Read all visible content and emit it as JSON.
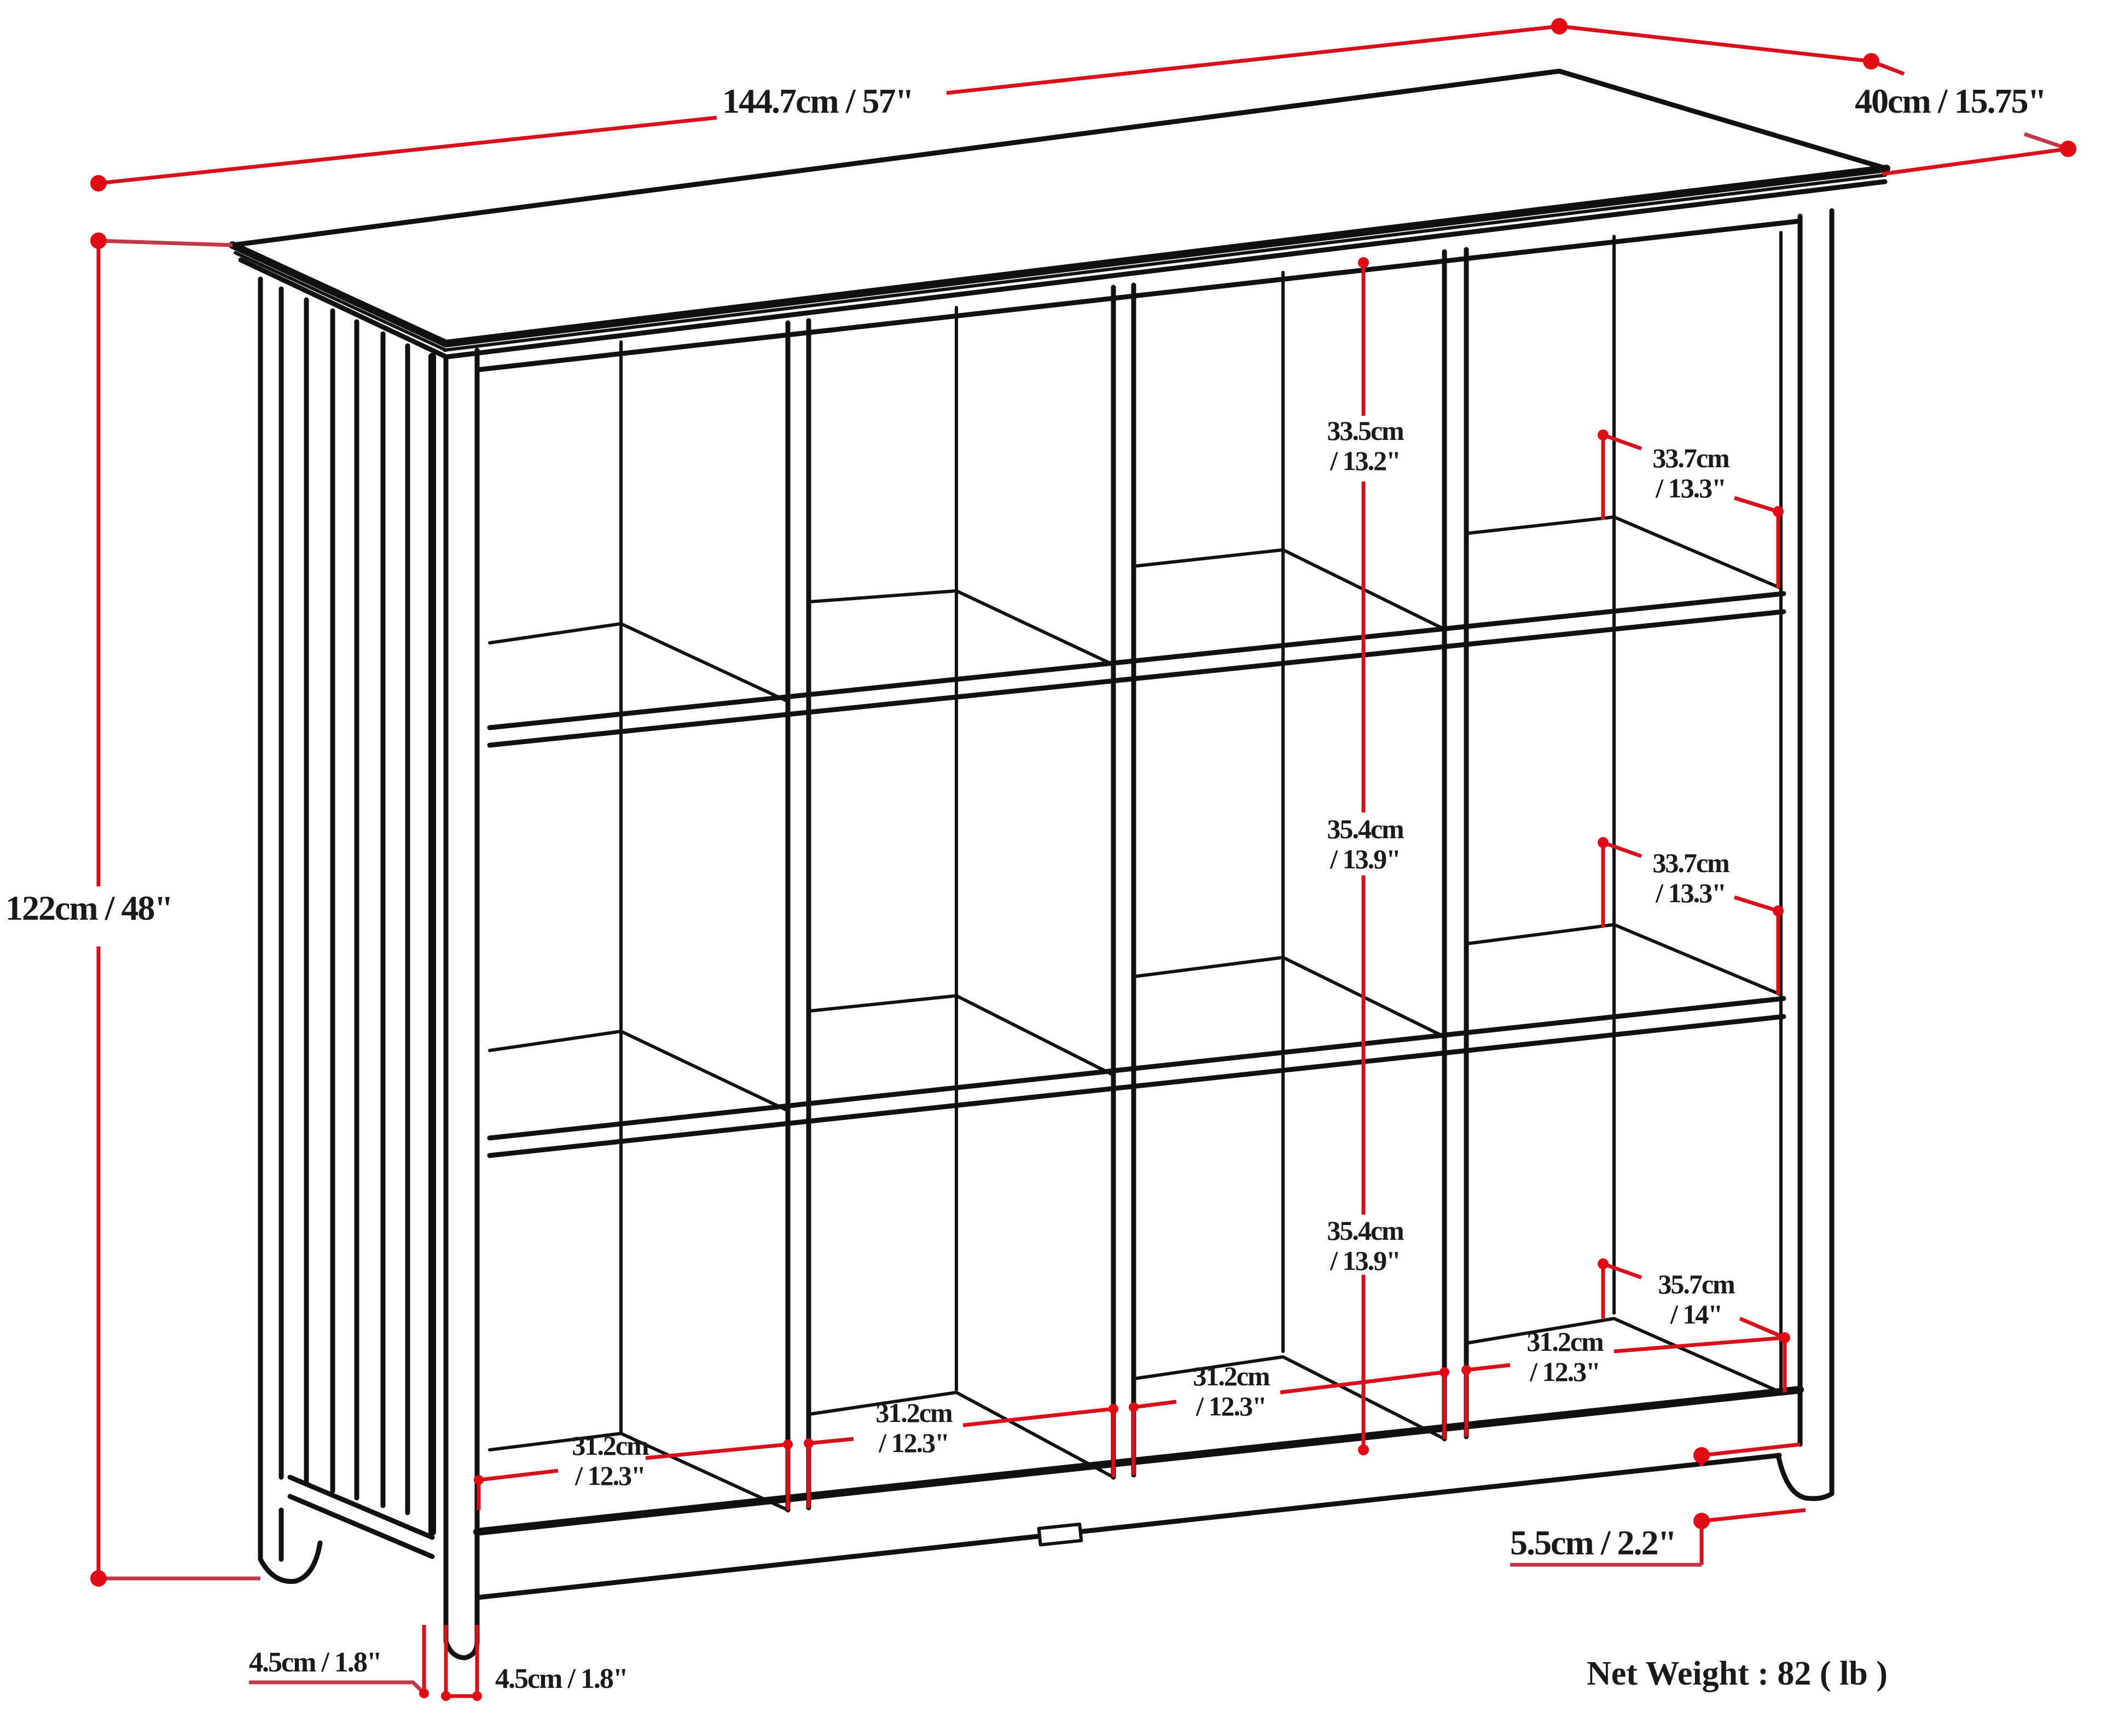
{
  "diagram": {
    "title": "12-cube bookcase dimension drawing",
    "subject": "bookcase with 3 rows x 4 columns of cubbies, crown moulding top, slatted side panel",
    "colors": {
      "outline": "#111111",
      "dimension_line": "#d8101c",
      "background": "#ffffff",
      "text": "#1a1a1a"
    },
    "overall": {
      "width_label": "144.7cm / 57\"",
      "depth_label": "40cm / 15.75\"",
      "height_label": "122cm / 48\""
    },
    "interior_heights": {
      "top_row": {
        "cm": "33.5cm",
        "in": "/ 13.2\""
      },
      "middle_row": {
        "cm": "35.4cm",
        "in": "/ 13.9\""
      },
      "bottom_row": {
        "cm": "35.4cm",
        "in": "/ 13.9\""
      }
    },
    "interior_depths": {
      "top_row": {
        "cm": "33.7cm",
        "in": "/ 13.3\""
      },
      "middle_row": {
        "cm": "33.7cm",
        "in": "/ 13.3\""
      },
      "bottom_row": {
        "cm": "35.7cm",
        "in": "/ 14\""
      }
    },
    "cubby_widths": [
      {
        "cm": "31.2cm",
        "in": "/ 12.3\""
      },
      {
        "cm": "31.2cm",
        "in": "/ 12.3\""
      },
      {
        "cm": "31.2cm",
        "in": "/ 12.3\""
      },
      {
        "cm": "31.2cm",
        "in": "/ 12.3\""
      }
    ],
    "base_clearance_label": "5.5cm / 2.2\"",
    "leg_width_label": "4.5cm / 1.8\"",
    "leg_depth_label": "4.5cm / 1.8\"",
    "net_weight_label": "Net Weight : 82 ( lb )"
  }
}
